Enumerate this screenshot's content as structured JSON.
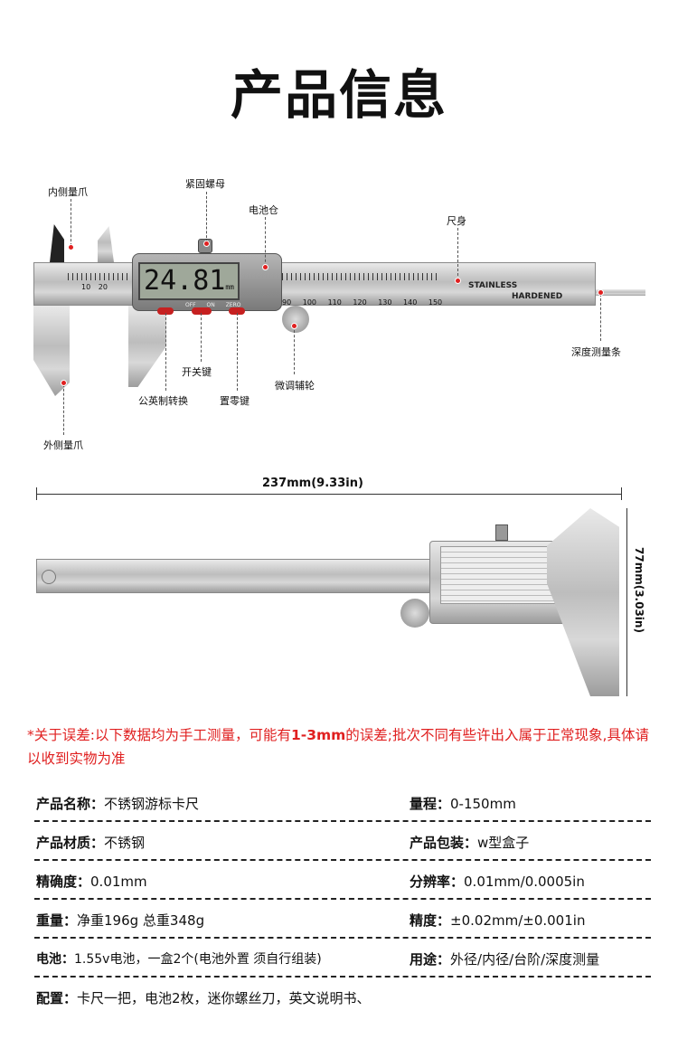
{
  "title": "产品信息",
  "labels": {
    "inner_jaw": "内侧量爪",
    "lock_screw": "紧固螺母",
    "battery": "电池仓",
    "beam": "尺身",
    "depth_rod": "深度测量条",
    "thumb_wheel": "微调辅轮",
    "power": "开关键",
    "zero": "置零键",
    "unit": "公英制转换",
    "outer_jaw": "外侧量爪"
  },
  "caliper": {
    "reading": "24.81",
    "unit": "mm",
    "stamp1": "STAINLESS",
    "stamp2": "HARDENED",
    "scale": [
      "10",
      "20",
      "90",
      "100",
      "110",
      "120",
      "130",
      "140",
      "150"
    ],
    "btn_off": "OFF",
    "btn_on": "ON",
    "btn_zero": "ZERO"
  },
  "dimensions": {
    "length": "237mm(9.33in)",
    "height": "77mm(3.03in)"
  },
  "note": {
    "part1": "*关于误差:以下数据均为手工测量，可能有",
    "bold": "1-3mm",
    "part2": "的误差;批次不同有些许出入属于正常现象,具体请以收到实物为准"
  },
  "specs": [
    [
      {
        "k": "产品名称：",
        "v": "不锈钢游标卡尺"
      },
      {
        "k": "量程：",
        "v": "0-150mm"
      }
    ],
    [
      {
        "k": "产品材质：",
        "v": "不锈钢"
      },
      {
        "k": "产品包装：",
        "v": "w型盒子"
      }
    ],
    [
      {
        "k": "精确度：",
        "v": "0.01mm"
      },
      {
        "k": "分辨率：",
        "v": "0.01mm/0.0005in"
      }
    ],
    [
      {
        "k": "重量：",
        "v": "净重196g 总重348g"
      },
      {
        "k": "精度：",
        "v": "±0.02mm/±0.001in"
      }
    ],
    [
      {
        "k": "电池：",
        "v": "1.55v电池，一盒2个(电池外置 须自行组装)"
      },
      {
        "k": "用途：",
        "v": "外径/内径/台阶/深度测量"
      }
    ],
    [
      {
        "k": "配置：",
        "v": "卡尺一把，电池2枚，迷你螺丝刀，英文说明书、"
      }
    ]
  ]
}
